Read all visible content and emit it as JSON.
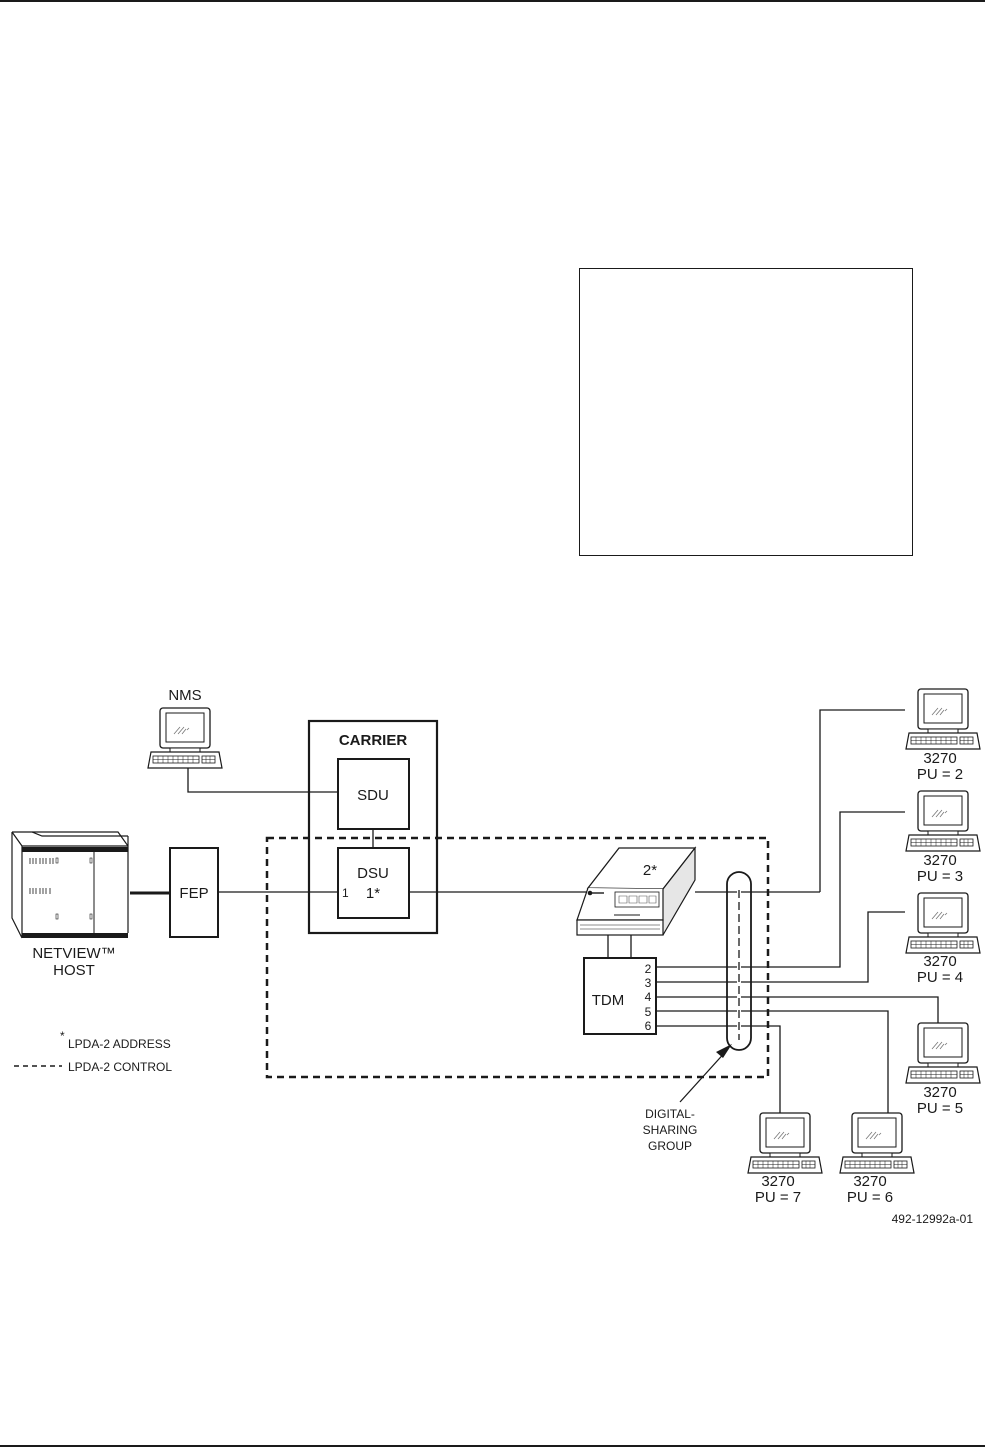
{
  "page": {
    "has_top_rule": true,
    "has_bottom_rule": true,
    "placeholder_box": "empty"
  },
  "diagram": {
    "nms": {
      "label": "NMS"
    },
    "carrier": {
      "label": "CARRIER",
      "sdu_label": "SDU",
      "dsu_label": "DSU",
      "dsu_address": "1*",
      "dsu_port": "1"
    },
    "host": {
      "line1": "NETVIEW™",
      "line2": "HOST"
    },
    "fep": {
      "label": "FEP"
    },
    "modem": {
      "address": "2*"
    },
    "tdm": {
      "label": "TDM",
      "ports": [
        "2",
        "3",
        "4",
        "5",
        "6"
      ]
    },
    "dsg": {
      "line1": "DIGITAL-",
      "line2": "SHARING",
      "line3": "GROUP"
    },
    "terminals": [
      {
        "model": "3270",
        "pu": "PU = 2"
      },
      {
        "model": "3270",
        "pu": "PU = 3"
      },
      {
        "model": "3270",
        "pu": "PU = 4"
      },
      {
        "model": "3270",
        "pu": "PU = 5"
      },
      {
        "model": "3270",
        "pu": "PU = 6"
      },
      {
        "model": "3270",
        "pu": "PU = 7"
      }
    ],
    "legend": {
      "address_symbol": "*",
      "address_label": "LPDA-2 ADDRESS",
      "control_label": "LPDA-2 CONTROL"
    },
    "figure_ref": "492-12992a-01"
  }
}
